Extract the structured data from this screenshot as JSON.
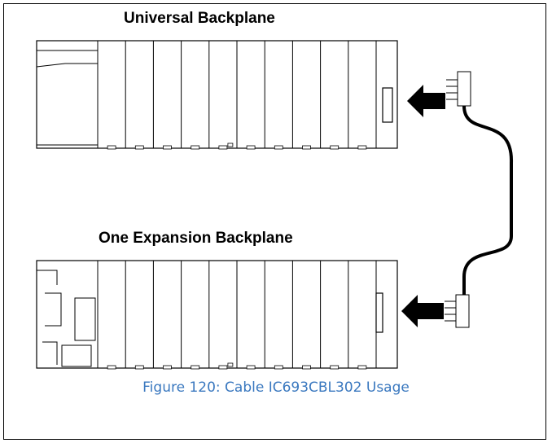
{
  "labels": {
    "top_backplane": "Universal Backplane",
    "bottom_backplane": "One Expansion Backplane",
    "caption": "Figure 120: Cable IC693CBL302 Usage"
  },
  "colors": {
    "caption": "#3a78bf",
    "line": "#000000"
  },
  "slots_per_backplane": 10
}
